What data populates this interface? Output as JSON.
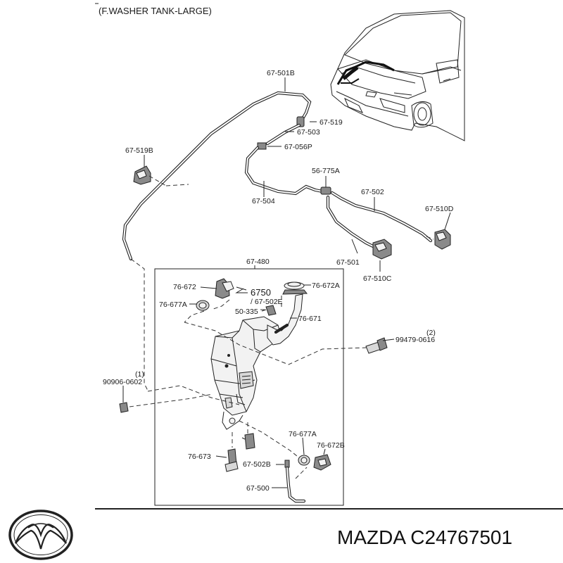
{
  "header": {
    "title": "(F.WASHER TANK-LARGE)"
  },
  "labels": {
    "p67_501B": "67-501B",
    "p67_519_top": "67-519",
    "p67_503": "67-503",
    "p67_056P": "67-056P",
    "p67_519B": "67-519B",
    "p56_775A": "56-775A",
    "p67_504": "67-504",
    "p67_502": "67-502",
    "p67_510D": "67-510D",
    "p67_501": "67-501",
    "p67_510C": "67-510C",
    "p67_480": "67-480",
    "p76_672": "76-672",
    "p6750": "6750",
    "p76_672A": "76-672A",
    "p76_677A_top": "76-677A",
    "p67_502E": "/ 67-502E",
    "p50_335": "50-335",
    "p76_671": "76-671",
    "qty2": "(2)",
    "p99479_0616": "99479-0616",
    "qty1": "(1)",
    "p90906_0602": "90906-0602",
    "p76_677A_bot": "76-677A",
    "p76_672B": "76-672B",
    "p76_673": "76-673",
    "p67_502B": "67-502B",
    "p67_500": "67-500"
  },
  "footer": {
    "brand_logo": "mazda-logo",
    "part_number": "MAZDA C24767501"
  },
  "colors": {
    "line": "#222222",
    "background": "#ffffff"
  }
}
